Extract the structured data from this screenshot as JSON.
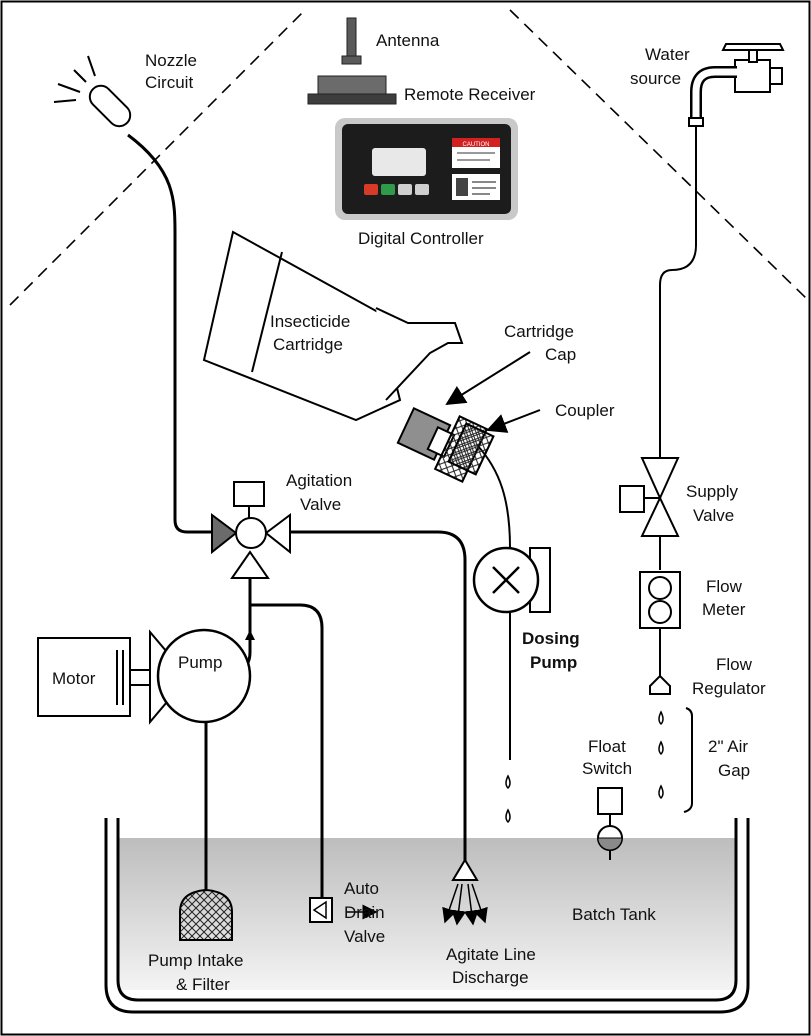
{
  "labels": {
    "antenna": "Antenna",
    "remote_receiver": "Remote Receiver",
    "digital_controller": "Digital Controller",
    "nozzle_l1": "Nozzle",
    "nozzle_l2": "Circuit",
    "water_l1": "Water",
    "water_l2": "source",
    "cartridge_l1": "Insecticide",
    "cartridge_l2": "Cartridge",
    "cap_l1": "Cartridge",
    "cap_l2": "Cap",
    "coupler": "Coupler",
    "agitation_l1": "Agitation",
    "agitation_l2": "Valve",
    "supply_l1": "Supply",
    "supply_l2": "Valve",
    "flow_meter_l1": "Flow",
    "flow_meter_l2": "Meter",
    "dosing_l1": "Dosing",
    "dosing_l2": "Pump",
    "flow_reg_l1": "Flow",
    "flow_reg_l2": "Regulator",
    "motor": "Motor",
    "pump": "Pump",
    "air_gap_l1": "2\" Air",
    "air_gap_l2": "Gap",
    "float_l1": "Float",
    "float_l2": "Switch",
    "auto_drain_l1": "Auto",
    "auto_drain_l2": "Drain",
    "auto_drain_l3": "Valve",
    "batch_tank": "Batch Tank",
    "intake_l1": "Pump Intake",
    "intake_l2": "& Filter",
    "agitate_l1": "Agitate Line",
    "agitate_l2": "Discharge"
  },
  "controller_panel": {
    "caution": "CAUTION"
  },
  "colors": {
    "tank_water_top": "#bdbdbd",
    "tank_water_bottom": "#f4f4f4",
    "controller_body": "#1c1c1c",
    "controller_bezel": "#c9c9c9",
    "red_button": "#d83a2a",
    "green_button": "#2e9a4a",
    "caution_red": "#d32020"
  }
}
